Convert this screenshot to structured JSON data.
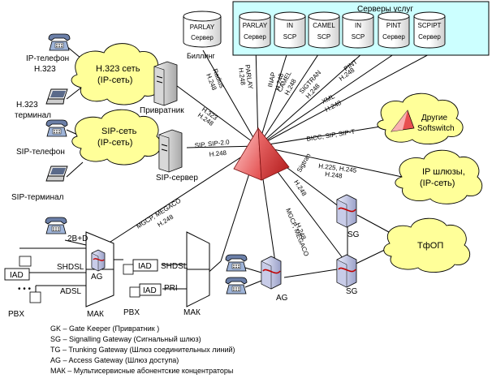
{
  "service_servers": {
    "title": "Серверы услуг",
    "items": [
      {
        "top": "PARLAY",
        "bottom": "Сервер"
      },
      {
        "top": "IN",
        "bottom": "SCP"
      },
      {
        "top": "CAMEL",
        "bottom": "SCP"
      },
      {
        "top": "IN",
        "bottom": "SCP"
      },
      {
        "top": "PINT",
        "bottom": "Сервер"
      },
      {
        "top": "SCPIPT",
        "bottom": "Сервер"
      }
    ]
  },
  "billing": {
    "top": "PARLAY",
    "bottom": "Сервер",
    "label": "Биллинг"
  },
  "clouds": {
    "h323": [
      "H.323 сеть",
      "(IP-сеть)"
    ],
    "sip": [
      "SIP-сеть",
      "(IP-сеть)"
    ],
    "other": [
      "Другие",
      "Softswitch"
    ],
    "ipgw": [
      "IP шлюзы,",
      "(IP-сеть)"
    ],
    "pstn": "ТфОП"
  },
  "devices": {
    "ip_phone": [
      "IP-телефон",
      "H.323"
    ],
    "h323_terminal": [
      "H.323",
      "терминал"
    ],
    "sip_phone": "SIP-телефон",
    "sip_terminal": "SIP-терминал",
    "gatekeeper": "Привратник",
    "sip_server": "SIP-сервер",
    "pbx1": "PBX",
    "pbx2": "PBX",
    "mak1": "МАК",
    "mak2": "МАК",
    "ag1": "AG",
    "ag2": "AG",
    "sg1": "SG",
    "sg2": "SG",
    "iad1": "IAD",
    "iad2": "IAD",
    "iad3": "IAD",
    "twoB": "2B+D",
    "shdsl1": "SHDSL",
    "adsl": "ADSL",
    "shdsl2": "SHDSL",
    "pri": "PRI"
  },
  "protocols": {
    "radius": [
      "Radius",
      "H.248"
    ],
    "parlay": [
      "PARLAY",
      "H.248"
    ],
    "inap": [
      "INAP",
      "H.248"
    ],
    "camel": [
      "CAMEL",
      "H.248"
    ],
    "sigtran_top": [
      "SIGTRAN",
      "H.248"
    ],
    "pint": [
      "PINT",
      "H.248"
    ],
    "xml": [
      "XML",
      "H.248"
    ],
    "h323": [
      "H.323",
      "H.248"
    ],
    "sip": [
      "SIP, SIP-2.0",
      "H.248"
    ],
    "bicc": "BICC, SIP, SIP-T",
    "h225": [
      "H.225, H.245",
      "H.248"
    ],
    "sigtran_sg": [
      "Sigtran",
      "H.248"
    ],
    "mgcp_ag": [
      "MGCP, MEGACO",
      "H.248"
    ],
    "mgcp_mak": [
      "MGCP, MEGACO",
      "H.248"
    ]
  },
  "legend": [
    "GK – Gate Keeper (Привратник )",
    "SG – Signalling Gateway (Сигнальный шлюз)",
    "TG – Trunking Gateway (Шлюз соединительных линий)",
    "AG – Access Gateway (Шлюз доступа)",
    "МАК – Мультисервисные абонентские концентраторы"
  ],
  "colors": {
    "cloud": "#ffff99",
    "servers_box": "#ccffff",
    "softswitch": "#ff8080"
  }
}
